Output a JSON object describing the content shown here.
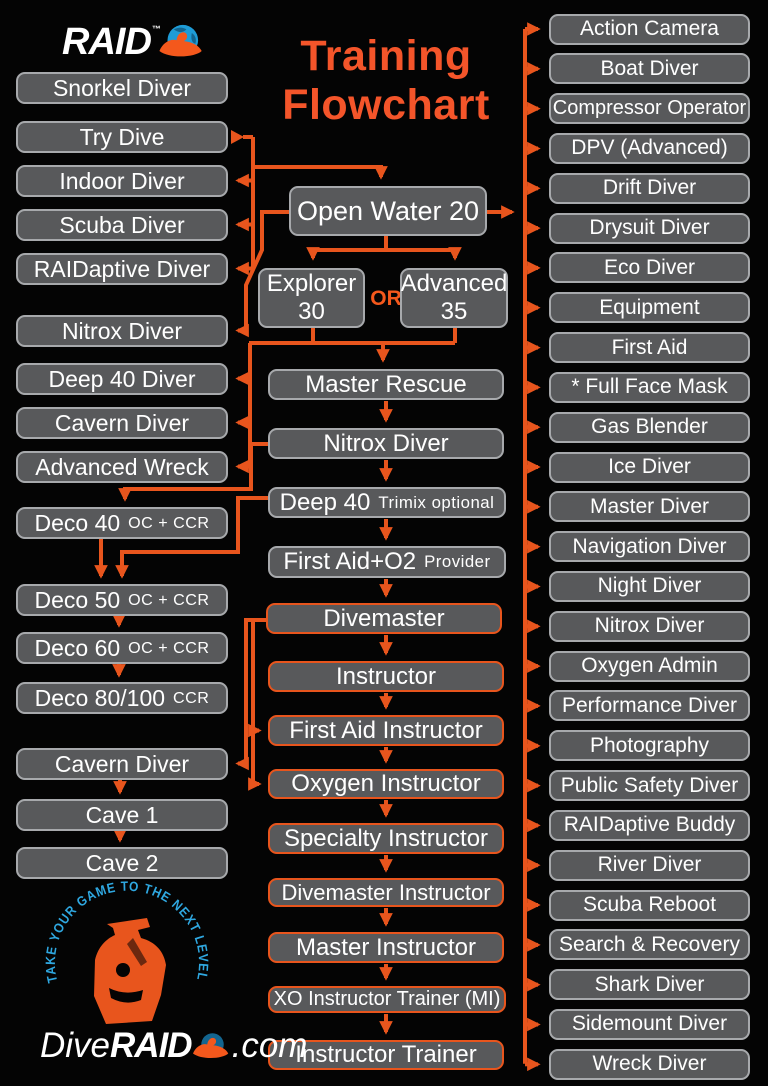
{
  "brand": {
    "logo_text": "RAID",
    "trademark": "™",
    "tagline_arc": "TAKE YOUR GAME TO THE NEXT LEVEL",
    "site": {
      "prefix": "Dive",
      "brand": "RAID",
      "suffix": ".com"
    }
  },
  "title": {
    "line1": "Training",
    "line2": "Flowchart"
  },
  "or_label": "OR",
  "left_column": [
    {
      "label": "Snorkel Diver"
    },
    {
      "label": "Try Dive"
    },
    {
      "label": "Indoor Diver"
    },
    {
      "label": "Scuba Diver"
    },
    {
      "label": "RAIDaptive Diver"
    },
    {
      "label": "Nitrox Diver"
    },
    {
      "label": "Deep 40 Diver"
    },
    {
      "label": "Cavern Diver"
    },
    {
      "label": "Advanced Wreck"
    },
    {
      "label": "Deco 40",
      "suffix": "OC + CCR"
    },
    {
      "label": "Deco 50",
      "suffix": "OC + CCR"
    },
    {
      "label": "Deco 60",
      "suffix": "OC + CCR"
    },
    {
      "label": "Deco 80/100",
      "suffix": "CCR"
    },
    {
      "label": "Cavern Diver"
    },
    {
      "label": "Cave 1"
    },
    {
      "label": "Cave 2"
    }
  ],
  "center_column": [
    {
      "label": "Open Water 20"
    },
    {
      "label": "Explorer 30"
    },
    {
      "label": "Advanced 35"
    },
    {
      "label": "Master Rescue"
    },
    {
      "label": "Nitrox Diver"
    },
    {
      "label": "Deep 40",
      "suffix": "Trimix optional"
    },
    {
      "label": "First Aid+O2",
      "suffix": "Provider"
    },
    {
      "label": "Divemaster"
    },
    {
      "label": "Instructor"
    },
    {
      "label": "First Aid Instructor"
    },
    {
      "label": "Oxygen Instructor"
    },
    {
      "label": "Specialty Instructor"
    },
    {
      "label": "Divemaster Instructor"
    },
    {
      "label": "Master Instructor"
    },
    {
      "label": "XO Instructor Trainer (MI)"
    },
    {
      "label": "Instructor Trainer"
    }
  ],
  "right_column": [
    "Action Camera",
    "Boat Diver",
    "Compressor Operator",
    "DPV (Advanced)",
    "Drift Diver",
    "Drysuit Diver",
    "Eco Diver",
    "Equipment",
    "First Aid",
    "* Full Face Mask",
    "Gas Blender",
    "Ice Diver",
    "Master Diver",
    "Navigation Diver",
    "Night Diver",
    "Nitrox Diver",
    "Oxygen Admin",
    "Performance Diver",
    "Photography",
    "Public Safety Diver",
    "RAIDaptive Buddy",
    "River Diver",
    "Scuba Reboot",
    "Search & Recovery",
    "Shark Diver",
    "Sidemount Diver",
    "Wreck Diver"
  ],
  "colors": {
    "background": "#040404",
    "arrow_orange": "#E8551D",
    "title_orange": "#F4552A",
    "box_gray": "#58595B",
    "box_border_gray": "#A7A9AC",
    "text_white": "#FFFFFF",
    "arc_blue": "#2FA8E1",
    "globe_blue": "#1E9CD7"
  }
}
